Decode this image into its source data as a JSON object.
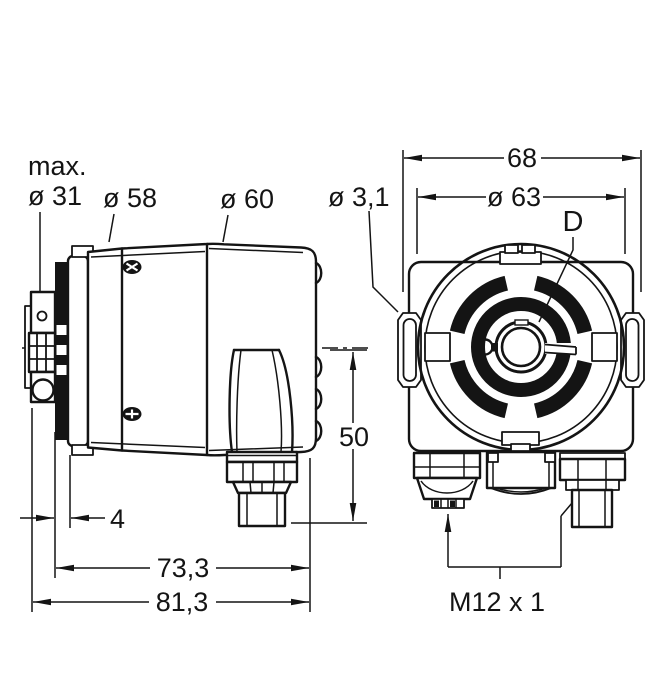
{
  "colors": {
    "background": "#ffffff",
    "line": "#141414"
  },
  "side_view": {
    "callouts": {
      "max_label": "max.",
      "hollow_shaft_dia": "ø 31",
      "front_collar_dia": "ø 58",
      "housing_dia": "ø 60"
    },
    "dimensions": {
      "collar_offset": "4",
      "housing_length": "73,3",
      "total_length": "81,3",
      "axis_to_connector": "50"
    }
  },
  "front_view": {
    "callouts": {
      "mounting_hole_dia": "ø 3,1",
      "shaft_bore": "D"
    },
    "dimensions": {
      "housing_width": "68",
      "flange_dia": "ø 63",
      "connector_thread": "M12 x 1"
    }
  }
}
